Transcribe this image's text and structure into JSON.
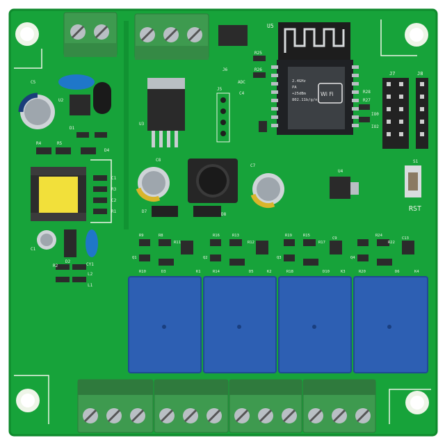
{
  "colors": {
    "pcb": "#17a33a",
    "pcb_dark": "#0f8a2c",
    "silkscreen": "#eef5e8",
    "relay": "#2d5fb3",
    "terminal": "#3e9a4f",
    "screw": "#b9bfc4"
  },
  "board": {
    "module_label": "U5",
    "wifi_lines": [
      "2.4GHz",
      "PA",
      "+25dBm",
      "802.11b/g/n"
    ],
    "wifi_badge": "Wi Fi",
    "rst_label": "RST",
    "header_labels": [
      "J7",
      "J8"
    ],
    "component_labels": {
      "top": [
        "R25",
        "R26",
        "ADC",
        "C4",
        "J6",
        "J5",
        "U2",
        "U3",
        "C5",
        "D1",
        "D4",
        "C8",
        "C7",
        "D7",
        "D8",
        "U4",
        "S1",
        "R28",
        "R27",
        "IO0",
        "IO2"
      ],
      "left": [
        "R4",
        "R5",
        "C1",
        "R3",
        "C2",
        "R1",
        "C1",
        "D2",
        "R2",
        "L2",
        "L1",
        "CY1"
      ],
      "relay_section": [
        "R9",
        "R8",
        "Q1",
        "R10",
        "R11",
        "D3",
        "R16",
        "R13",
        "Q2",
        "R12",
        "R14",
        "D5",
        "R19",
        "R15",
        "Q3",
        "R17",
        "C9",
        "D10",
        "R24",
        "R22",
        "C13",
        "Q4",
        "R20",
        "R18",
        "D6",
        "K1",
        "K2",
        "K3",
        "K4"
      ]
    }
  }
}
